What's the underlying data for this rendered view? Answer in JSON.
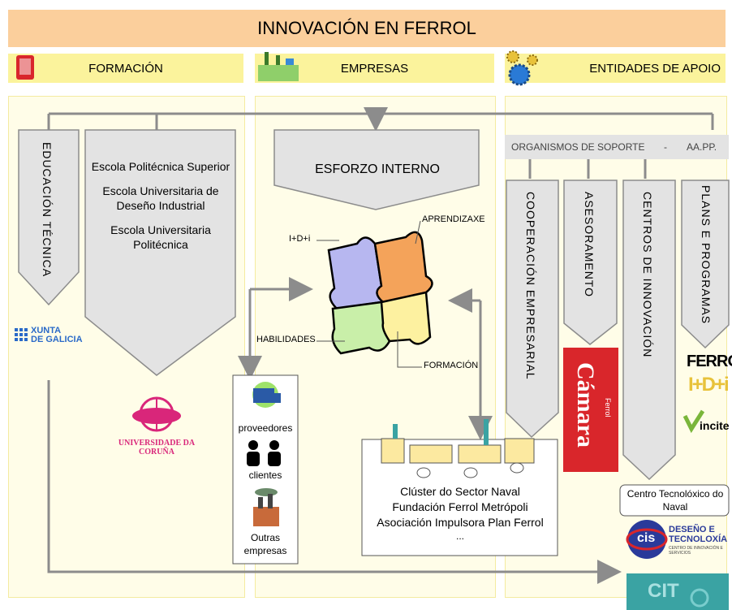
{
  "title": "INNOVACIÓN EN FERROL",
  "sections": {
    "formacion": "FORMACIÓN",
    "empresas": "EMPRESAS",
    "entidades": "ENTIDADES DE APOIO"
  },
  "formacion": {
    "educacion_tecnica": "EDUCACIÓN TÉCNICA",
    "schools": [
      "Escola Politécnica Superior",
      "Escola Universitaria de Deseño Industrial",
      "Escola Universitaria Politécnica"
    ],
    "xunta_line1": "XUNTA",
    "xunta_line2": "DE GALICIA",
    "university": "UNIVERSIDADE DA CORUÑA"
  },
  "empresas": {
    "esforzo": "ESFORZO INTERNO",
    "puzzle_labels": {
      "idi": "I+D+i",
      "aprendizaxe": "APRENDIZAXE",
      "habilidades": "HABILIDADES",
      "formacion": "FORMACIÓN"
    },
    "network": [
      "proveedores",
      "clientes",
      "Outras empresas"
    ],
    "cluster": [
      "Clúster do Sector Naval",
      "Fundación Ferrol Metrópoli",
      "Asociación Impulsora Plan Ferrol",
      "..."
    ]
  },
  "entidades": {
    "organismos": "ORGANISMOS DE SOPORTE",
    "dash": "-",
    "aapp": "AA.PP.",
    "columns": [
      "COOPERACIÓN EMPRESARIAL",
      "ASESORAMENTO",
      "CENTROS DE INNOVACIÓN",
      "PLANS E PROGRAMAS"
    ],
    "camara": "Cámara",
    "camara_sub": "Ferrol",
    "ferrol_logo": "FERROL",
    "idi_logo": "I+D+i",
    "incite": "incite",
    "centro": "Centro Tecnolóxico do Naval",
    "cis_line1": "DESEÑO E",
    "cis_line2": "TECNOLOXÍA",
    "cis_sub": "CENTRO DE INNOVACIÓN E SERVICIOS",
    "cis": "cis",
    "cit": "CIT"
  },
  "colors": {
    "title_bg": "#fbcf9c",
    "section_bg": "#fbf39c",
    "arrow_fill": "#e3e3e3",
    "line": "#8c8c8c",
    "camara_red": "#d9262b",
    "cit_teal": "#3aa3a3"
  }
}
